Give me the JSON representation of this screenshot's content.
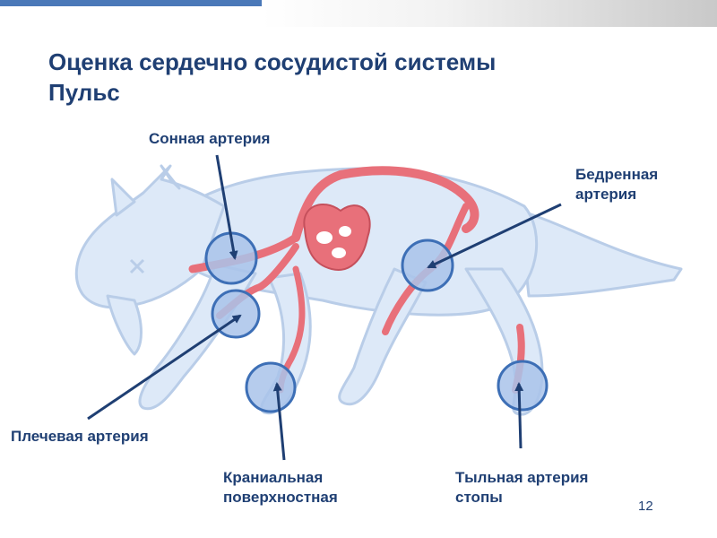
{
  "slide": {
    "title_line1": "Оценка сердечно сосудистой системы",
    "title_line2": "Пульс",
    "page_number": "12"
  },
  "labels": {
    "carotid": "Сонная артерия",
    "femoral": "Бедренная\nартерия",
    "brachial": "Плечевая артерия",
    "cranial_superficial": "Краниальная\nповерхностная",
    "dorsal_pedal": "Тыльная артерия\nстопы"
  },
  "colors": {
    "accent_bar": "#4a78b8",
    "title_text": "#1f3f73",
    "dog_fill": "#dde9f8",
    "dog_outline": "#b9cde8",
    "artery": "#e8707a",
    "pulse_circle": "#a9c3ea",
    "arrow": "#1f3f73"
  }
}
